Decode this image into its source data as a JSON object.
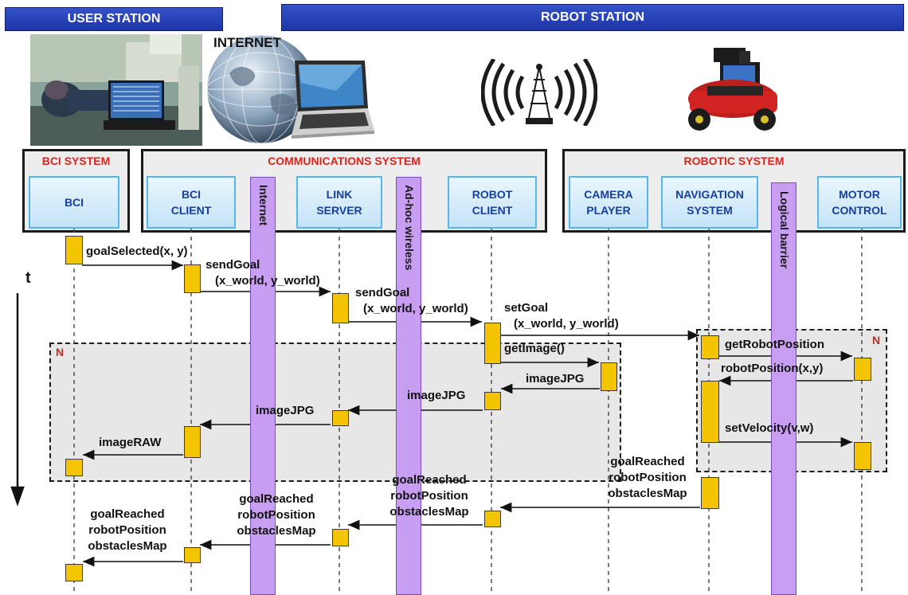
{
  "header": {
    "user_station": "USER STATION",
    "robot_station": "ROBOT STATION",
    "internet": "INTERNET"
  },
  "groups": {
    "bci_system": "BCI SYSTEM",
    "communications_system": "COMMUNICATIONS SYSTEM",
    "robotic_system": "ROBOTIC SYSTEM"
  },
  "components": {
    "bci": "BCI",
    "bci_client": [
      "BCI",
      "CLIENT"
    ],
    "link_server": [
      "LINK",
      "SERVER"
    ],
    "robot_client": [
      "ROBOT",
      "CLIENT"
    ],
    "camera_player": [
      "CAMERA",
      "PLAYER"
    ],
    "navigation_system": [
      "NAVIGATION",
      "SYSTEM"
    ],
    "motor_control": [
      "MOTOR",
      "CONTROL"
    ]
  },
  "channels": {
    "internet": "Internet",
    "adhoc": "Ad-hoc wireless",
    "logical_barrier": "Logical barrier"
  },
  "time_axis": "t",
  "loops": {
    "left": "N",
    "right": "N"
  },
  "messages": {
    "goal_selected": "goalSelected(x, y)",
    "send_goal_1": [
      "sendGoal",
      "(x_world, y_world)"
    ],
    "send_goal_2": [
      "sendGoal",
      "(x_world, y_world)"
    ],
    "set_goal": [
      "setGoal",
      "(x_world, y_world)"
    ],
    "get_image": "getImage()",
    "image_jpg_1": "imageJPG",
    "image_jpg_2": "imageJPG",
    "image_jpg_3": "imageJPG",
    "image_raw": "imageRAW",
    "get_robot_position": "getRobotPosition",
    "robot_position": "robotPosition(x,y)",
    "set_velocity": "setVelocity(v,w)",
    "goal_reached_1": [
      "goalReached",
      "robotPosition",
      "obstaclesMap"
    ],
    "goal_reached_2": [
      "goalReached",
      "robotPosition",
      "obstaclesMap"
    ],
    "goal_reached_3": [
      "goalReached",
      "robotPosition",
      "obstaclesMap"
    ],
    "goal_reached_4": [
      "goalReached",
      "robotPosition",
      "obstaclesMap"
    ]
  },
  "colors": {
    "band": "#2340b8",
    "group_title": "#d9261c",
    "component_text": "#173f9c",
    "activation": "#f5c400",
    "channel": "#c89ef2"
  }
}
